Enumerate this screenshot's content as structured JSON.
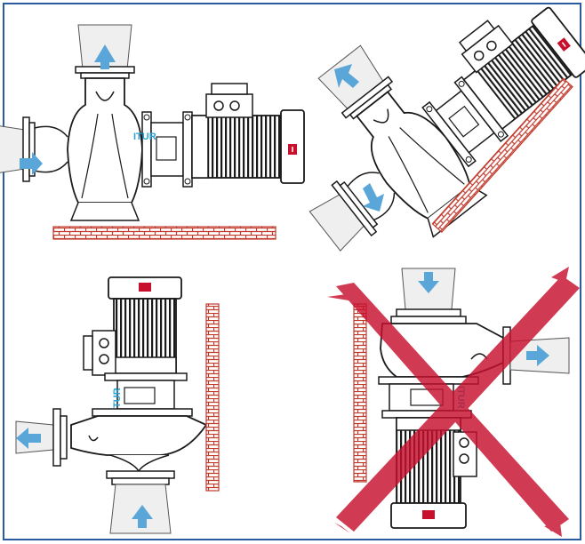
{
  "brand": {
    "label": "ITUR"
  },
  "colors": {
    "frame": "#2a5aa0",
    "brick": "#c0392b",
    "cross": "#c8102e",
    "flow_arrow": "#5aa6d8",
    "brand_text": "#2aa4d8",
    "line": "#1a1a1a",
    "flow_fill": "#efefef"
  },
  "panels": [
    {
      "id": "horizontal-motor-right",
      "allowed": true
    },
    {
      "id": "inclined-motor-up",
      "allowed": true
    },
    {
      "id": "vertical-motor-up",
      "allowed": true
    },
    {
      "id": "vertical-motor-down",
      "allowed": false
    }
  ],
  "icons": [
    "flow-arrow-icon",
    "brick-wall-icon",
    "prohibited-cross-icon",
    "motor-label-icon"
  ]
}
